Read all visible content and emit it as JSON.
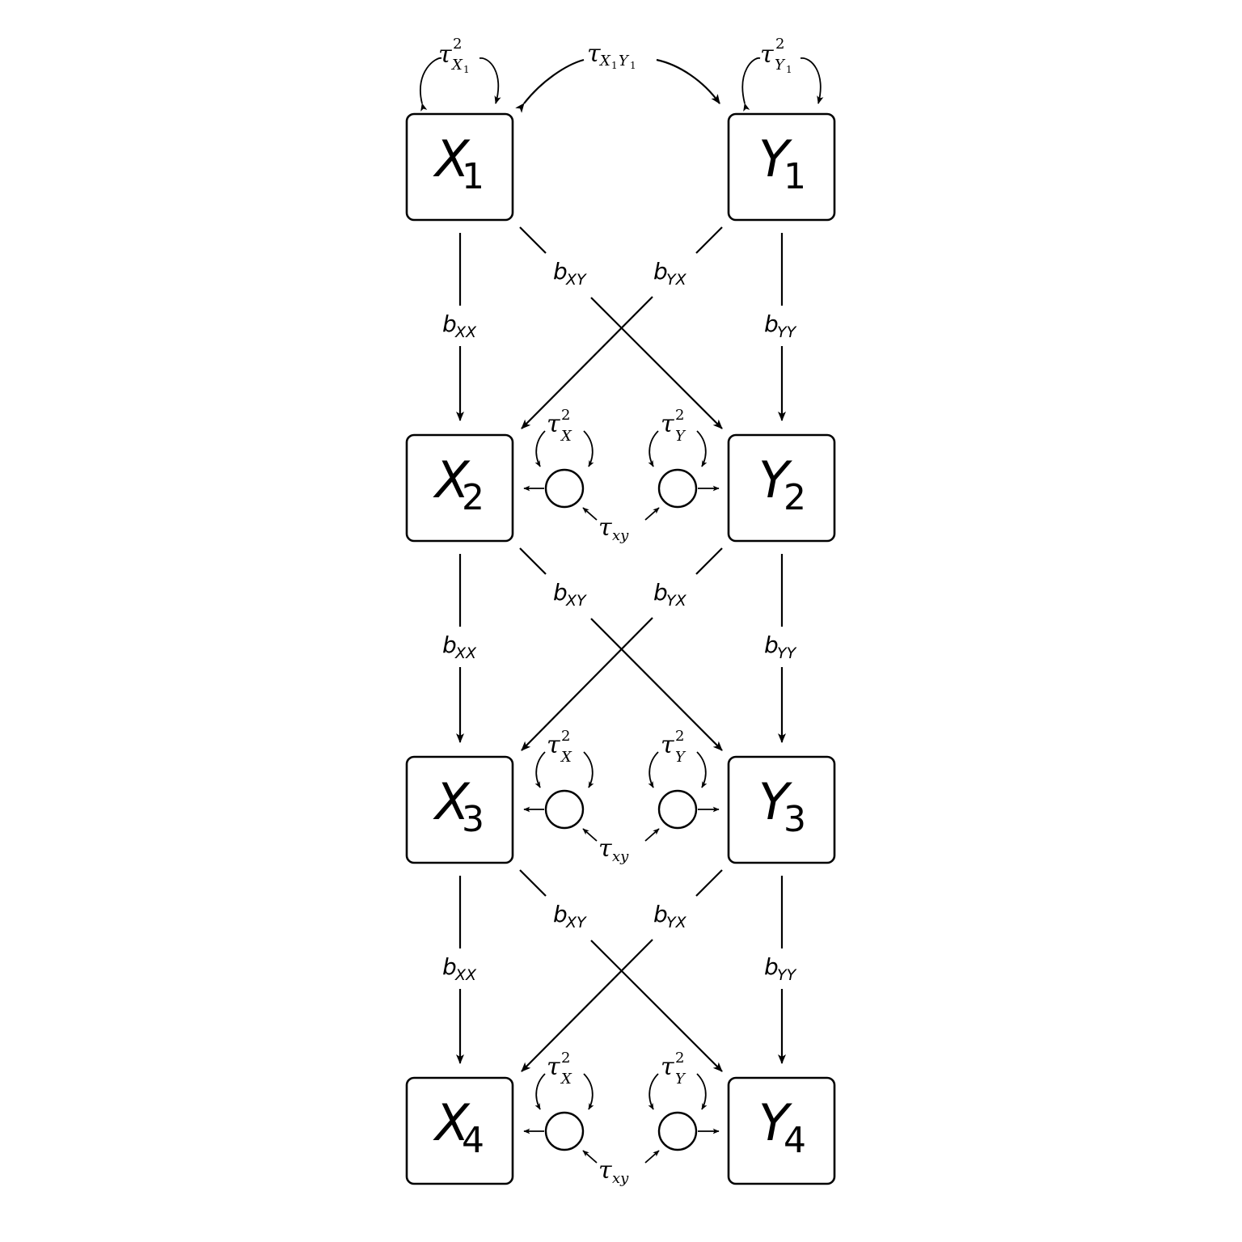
{
  "nodes": {
    "X1": {
      "main": "X",
      "sub": "1"
    },
    "X2": {
      "main": "X",
      "sub": "2"
    },
    "X3": {
      "main": "X",
      "sub": "3"
    },
    "X4": {
      "main": "X",
      "sub": "4"
    },
    "Y1": {
      "main": "Y",
      "sub": "1"
    },
    "Y2": {
      "main": "Y",
      "sub": "2"
    },
    "Y3": {
      "main": "Y",
      "sub": "3"
    },
    "Y4": {
      "main": "Y",
      "sub": "4"
    }
  },
  "paths": {
    "bxx": {
      "main": "b",
      "sub": "XX"
    },
    "byy": {
      "main": "b",
      "sub": "YY"
    },
    "bxy": {
      "main": "b",
      "sub": "XY"
    },
    "byx": {
      "main": "b",
      "sub": "YX"
    }
  },
  "variances": {
    "tau_X1": {
      "main": "τ",
      "sup": "2",
      "sub": "X",
      "subsub": "1"
    },
    "tau_Y1": {
      "main": "τ",
      "sup": "2",
      "sub": "Y",
      "subsub": "1"
    },
    "tau_X1Y1": {
      "main": "τ",
      "sub1": "X",
      "subsub1": "1",
      "sub2": "Y",
      "subsub2": "1"
    },
    "tau_X": {
      "main": "τ",
      "sup": "2",
      "sub": "X"
    },
    "tau_Y": {
      "main": "τ",
      "sup": "2",
      "sub": "Y"
    },
    "tau_xy": {
      "main": "τ",
      "sub": "xy"
    }
  }
}
